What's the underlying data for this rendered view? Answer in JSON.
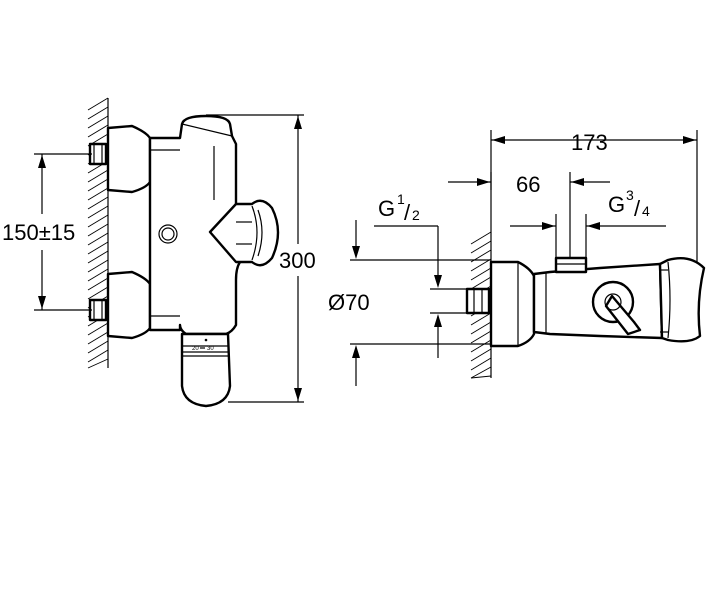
{
  "dimensions": {
    "spacing": "150±15",
    "height": "300",
    "depth": "173",
    "offset": "66",
    "diameter": "Ø70",
    "inlet_thread_base": "G",
    "inlet_thread_num": "1",
    "inlet_thread_den": "2",
    "outlet_thread_base": "G",
    "outlet_thread_num": "3",
    "outlet_thread_den": "4"
  },
  "scale_marks": {
    "left": "20",
    "right": "30"
  }
}
